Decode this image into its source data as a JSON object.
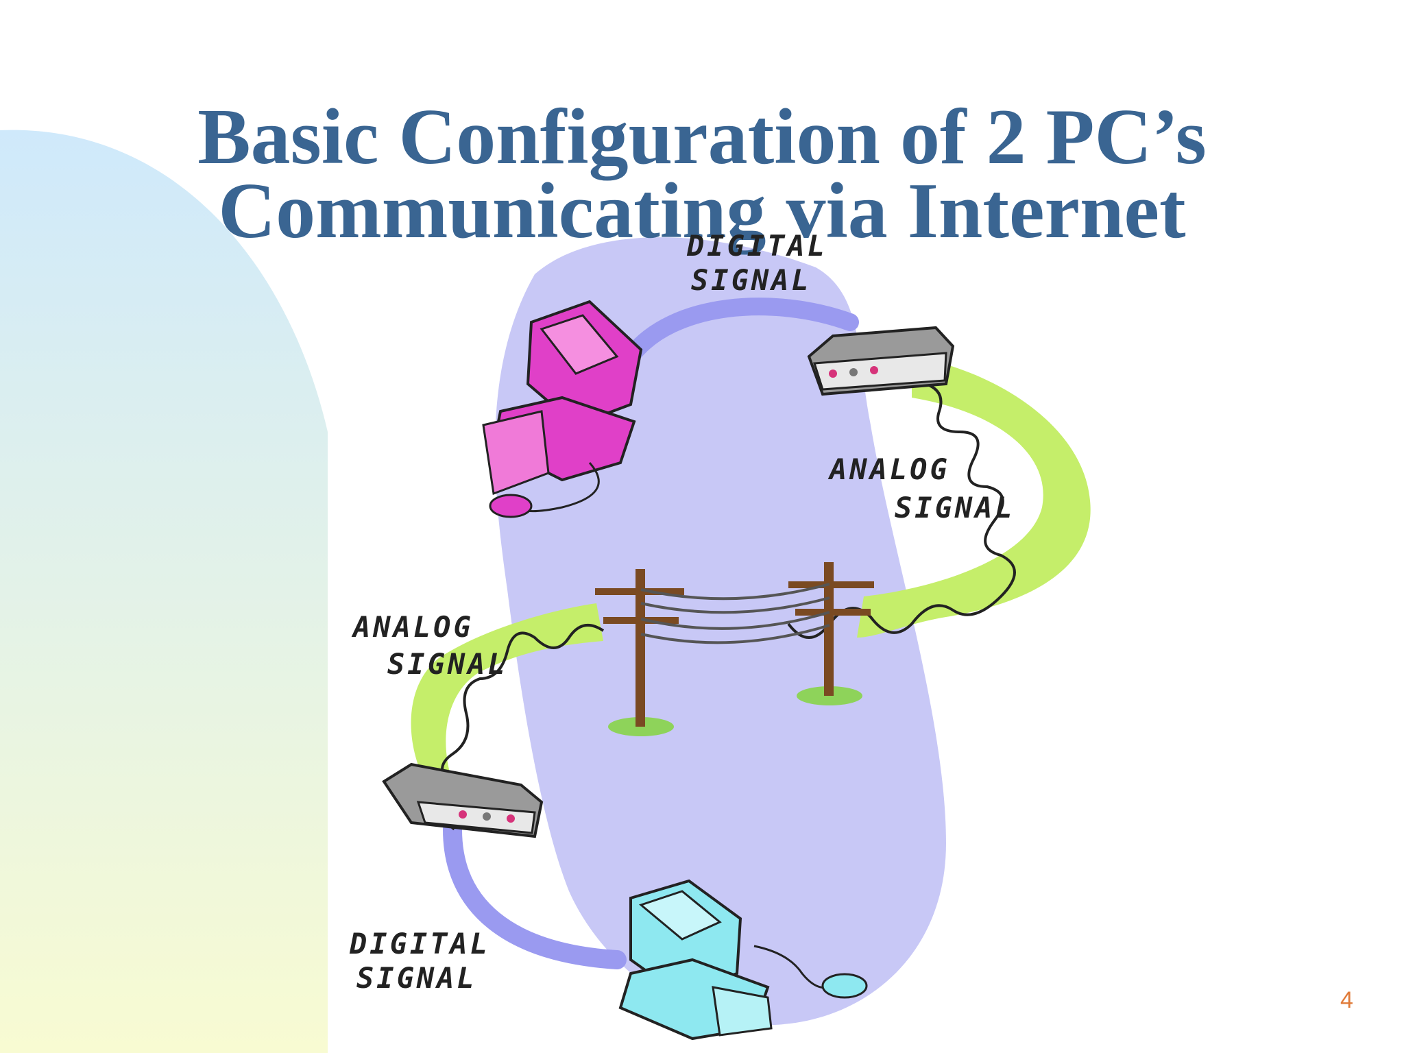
{
  "slide": {
    "title_line_1": "Basic Configuration of 2 PC’s",
    "title_line_2": "Communicating via Internet",
    "page_number": "4"
  },
  "diagram": {
    "labels": {
      "digital_top_1": "DIGITAL",
      "digital_top_2": "SIGNAL",
      "analog_right_1": "ANALOG",
      "analog_right_2": "SIGNAL",
      "analog_left_1": "ANALOG",
      "analog_left_2": "SIGNAL",
      "digital_bottom_1": "DIGITAL",
      "digital_bottom_2": "SIGNAL"
    },
    "colors": {
      "title": "#3a6592",
      "page_number": "#e07b39",
      "digital_path": "#c8c8f6",
      "digital_arc": "#9a9af0",
      "analog_path": "#c5ee6a",
      "pc_top": "#e040c8",
      "pc_bottom": "#8ee8f0",
      "modem": "#9a9a9a"
    }
  }
}
